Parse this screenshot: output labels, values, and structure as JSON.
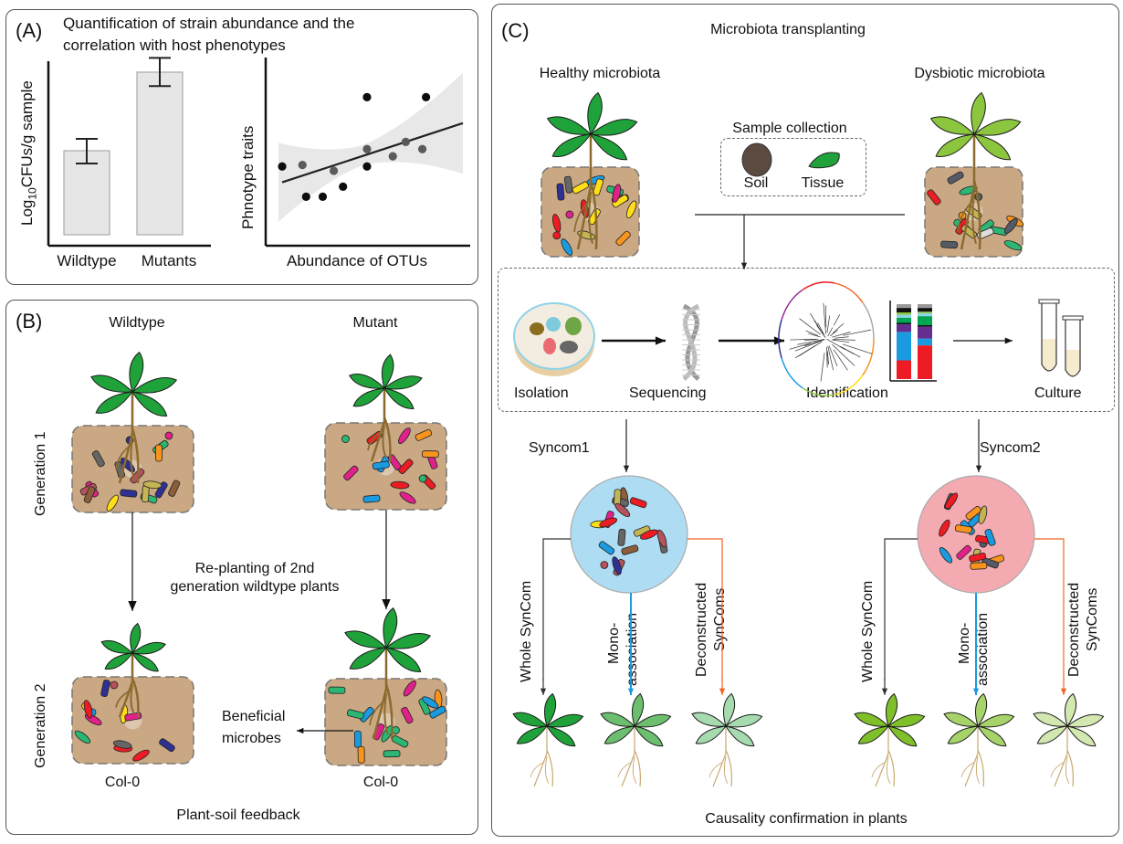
{
  "panelA": {
    "label": "(A)",
    "title_line1": "Quantification of strain abundance and the",
    "title_line2": "correlation with host phenotypes",
    "bar_chart": {
      "ylabel_prefix": "Log",
      "ylabel_sub": "10",
      "ylabel_suffix": "CFUs/g sample",
      "categories": [
        "Wildtype",
        "Mutants"
      ]
    },
    "scatter": {
      "xlabel": "Abundance of OTUs",
      "ylabel": "Phnotype traits"
    }
  },
  "chart_data": [
    {
      "type": "bar",
      "title": "",
      "xlabel": "",
      "ylabel": "Log10 CFUs/g sample",
      "categories": [
        "Wildtype",
        "Mutants"
      ],
      "values": [
        0.46,
        0.89
      ],
      "errors": [
        0.05,
        0.06
      ],
      "ylim": [
        0,
        1
      ],
      "units": "relative (no tick labels shown)"
    },
    {
      "type": "scatter",
      "title": "",
      "xlabel": "Abundance of OTUs",
      "ylabel": "Phnotype traits",
      "xlim": [
        0,
        1
      ],
      "ylim": [
        0,
        1
      ],
      "points": [
        {
          "x": 0.02,
          "y": 0.41,
          "shade": "dark"
        },
        {
          "x": 0.13,
          "y": 0.42,
          "shade": "grey"
        },
        {
          "x": 0.15,
          "y": 0.2,
          "shade": "dark"
        },
        {
          "x": 0.24,
          "y": 0.2,
          "shade": "dark"
        },
        {
          "x": 0.3,
          "y": 0.38,
          "shade": "grey"
        },
        {
          "x": 0.35,
          "y": 0.27,
          "shade": "dark"
        },
        {
          "x": 0.48,
          "y": 0.53,
          "shade": "grey"
        },
        {
          "x": 0.48,
          "y": 0.41,
          "shade": "dark"
        },
        {
          "x": 0.48,
          "y": 0.89,
          "shade": "dark"
        },
        {
          "x": 0.62,
          "y": 0.48,
          "shade": "grey"
        },
        {
          "x": 0.69,
          "y": 0.58,
          "shade": "grey"
        },
        {
          "x": 0.78,
          "y": 0.53,
          "shade": "grey"
        },
        {
          "x": 0.8,
          "y": 0.89,
          "shade": "dark"
        }
      ],
      "fit_line": {
        "x": [
          0.02,
          1.0
        ],
        "y": [
          0.3,
          0.71
        ]
      },
      "confidence_band": true
    }
  ],
  "panelB": {
    "label": "(B)",
    "wildtype": "Wildtype",
    "mutant": "Mutant",
    "generation1": "Generation 1",
    "generation2": "Generation 2",
    "replanting_line1": "Re-planting of 2nd",
    "replanting_line2": "generation wildtype plants",
    "beneficial_line1": "Beneficial",
    "beneficial_line2": "microbes",
    "col0_left": "Col-0",
    "col0_right": "Col-0",
    "footer": "Plant-soil feedback"
  },
  "panelC": {
    "label": "(C)",
    "title": "Microbiota transplanting",
    "healthy": "Healthy microbiota",
    "dysbiotic": "Dysbiotic microbiota",
    "sample_collection": "Sample collection",
    "soil": "Soil",
    "tissue": "Tissue",
    "steps": [
      "Isolation",
      "Sequencing",
      "Identification",
      "Culture"
    ],
    "syncom1": "Syncom1",
    "syncom2": "Syncom2",
    "branches": {
      "whole": "Whole SynCom",
      "mono_line1": "Mono-",
      "mono_line2": "association",
      "decon_line1": "Deconstructed",
      "decon_line2": "SynComs"
    },
    "footer": "Causality confirmation in plants"
  },
  "colors": {
    "leaf_dark": "#1fa23a",
    "leaf_lime": "#8cc63f",
    "soil": "#c9a883",
    "root": "#8b6b2e",
    "syncom1_bg": "#aedcf2",
    "syncom2_bg": "#f3aab0",
    "arrow_blue": "#1a9be0",
    "arrow_orange": "#f26522",
    "bar_fill": "#e6e6e6",
    "band": "#e8e8e8"
  }
}
